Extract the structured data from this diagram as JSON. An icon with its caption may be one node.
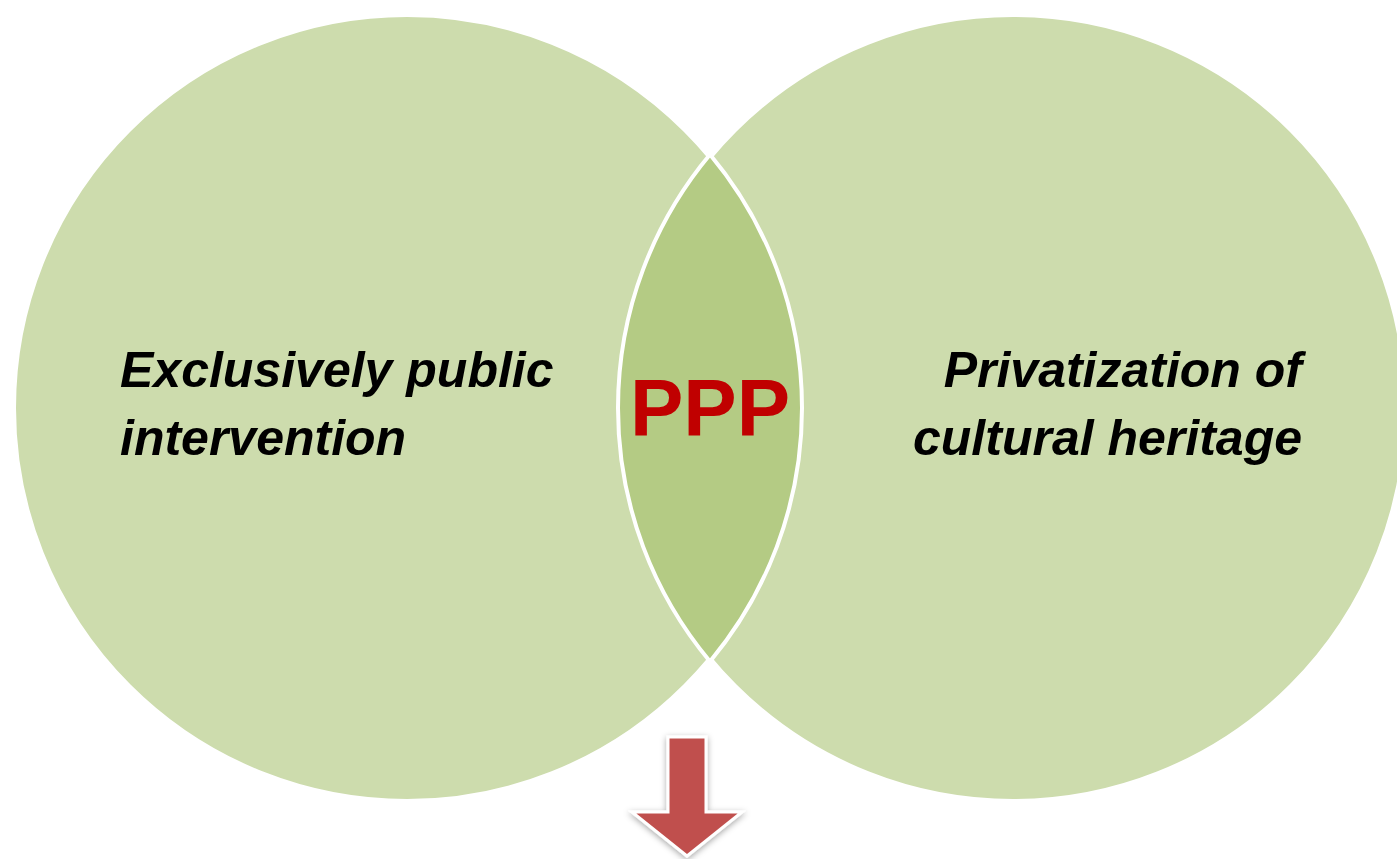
{
  "diagram": {
    "nodes": [
      {
        "text": [
          "Exclusively public intervention"
        ]
      },
      {
        "text": [
          "Privatization of cultural heritage"
        ]
      },
      {
        "text": [
          "PPP"
        ]
      }
    ]
  }
}
